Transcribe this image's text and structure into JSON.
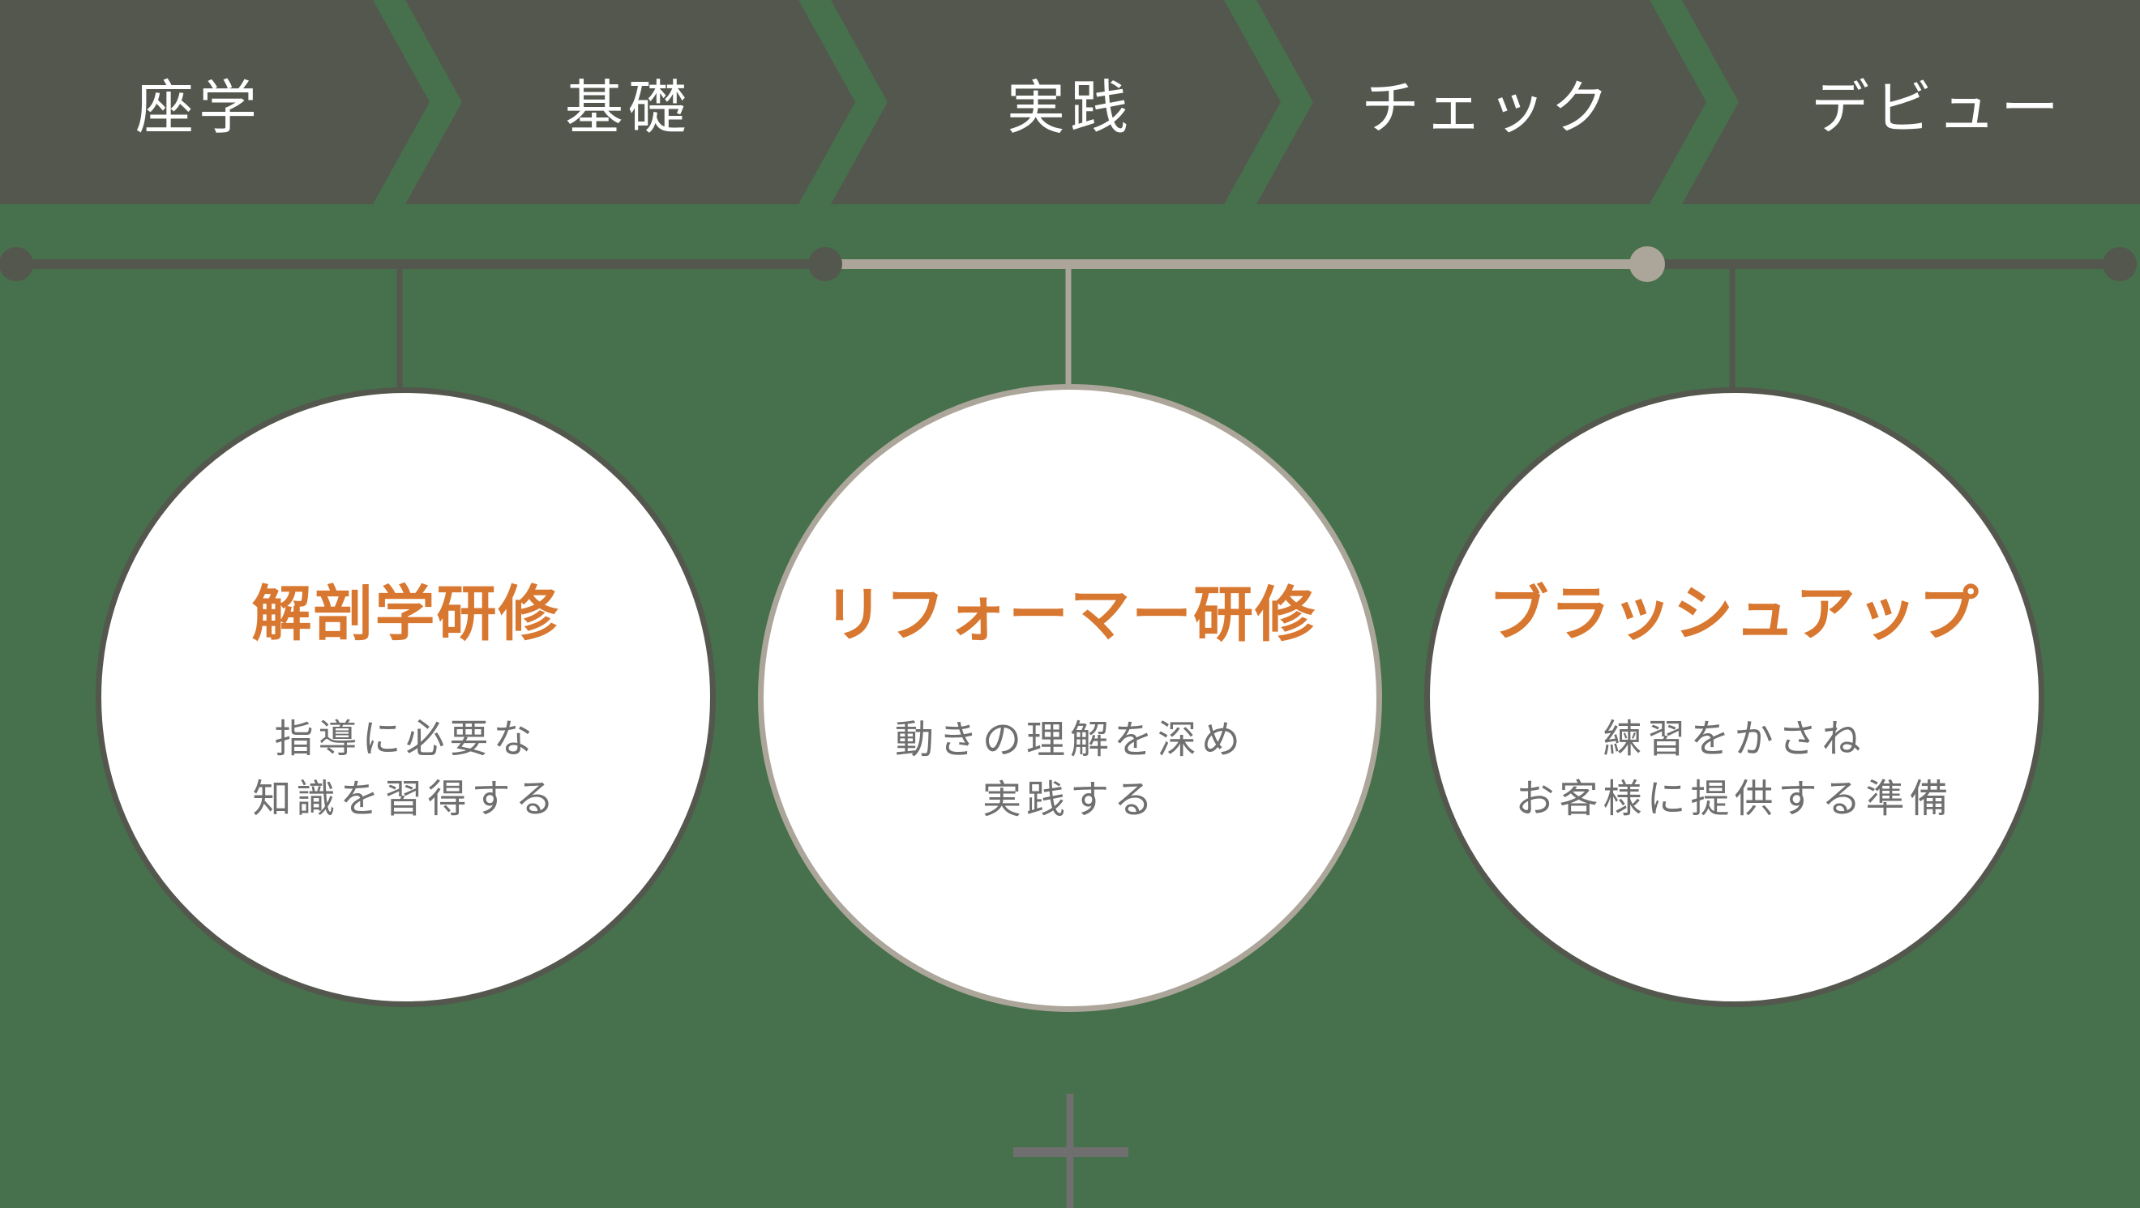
{
  "steps": [
    {
      "label": "座学"
    },
    {
      "label": "基礎"
    },
    {
      "label": "実践"
    },
    {
      "label": "チェック"
    },
    {
      "label": "デビュー"
    }
  ],
  "cards": [
    {
      "title": "解剖学研修",
      "desc_line1": "指導に必要な",
      "desc_line2": "知識を習得する"
    },
    {
      "title": "リフォーマー研修",
      "desc_line1": "動きの理解を深め",
      "desc_line2": "実践する"
    },
    {
      "title": "ブラッシュアップ",
      "desc_line1": "練習をかさね",
      "desc_line2": "お客様に提供する準備"
    }
  ],
  "colors": {
    "background": "#47704c",
    "step_fill": "#54574d",
    "accent": "#d8772f",
    "highlight_line": "#aca59a"
  },
  "plus_icon": "plus-icon"
}
